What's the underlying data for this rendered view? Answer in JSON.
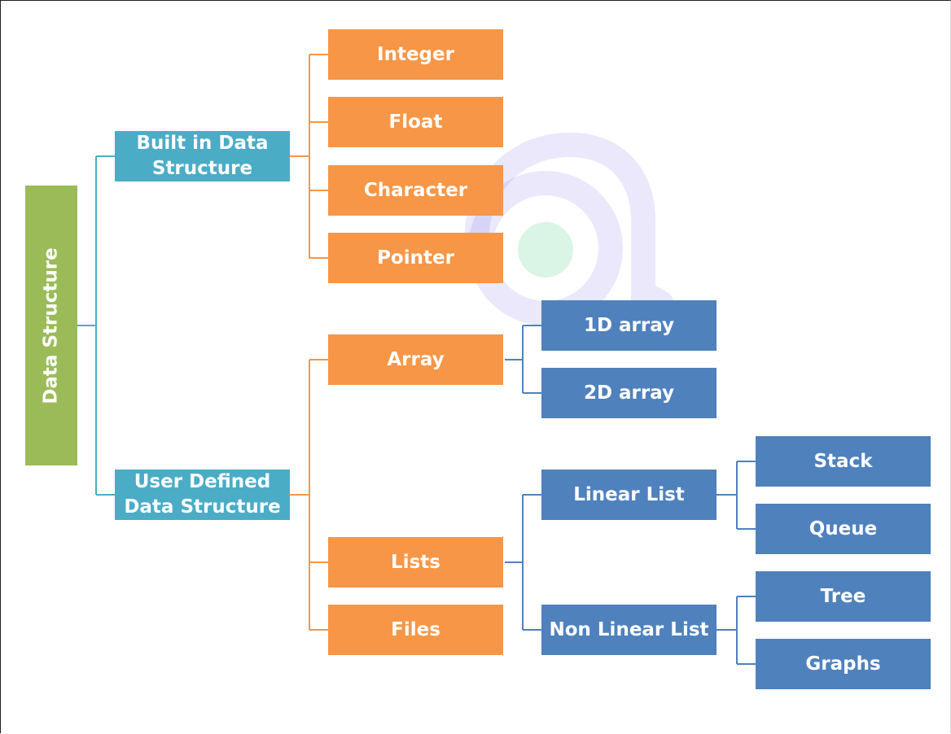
{
  "colors": {
    "root": "#9BBB59",
    "level1": "#4BACC6",
    "builtin": "#F79646",
    "derived": "#4F81BD",
    "text": "#FFFFFF"
  },
  "diagram": {
    "root": {
      "label": "Data Structure"
    },
    "built_in": {
      "label": "Built in Data\nStructure",
      "children": [
        "Integer",
        "Float",
        "Character",
        "Pointer"
      ]
    },
    "user_defined": {
      "label": "User Defined\nData Structure",
      "children": {
        "array": {
          "label": "Array",
          "children": [
            "1D array",
            "2D array"
          ]
        },
        "lists": {
          "label": "Lists",
          "linear": {
            "label": "Linear List",
            "children": [
              "Stack",
              "Queue"
            ]
          },
          "non_linear": {
            "label": "Non Linear List",
            "children": [
              "Tree",
              "Graphs"
            ]
          }
        },
        "files": {
          "label": "Files"
        }
      }
    }
  },
  "watermark": {
    "icon": "brand-logo-icon"
  }
}
